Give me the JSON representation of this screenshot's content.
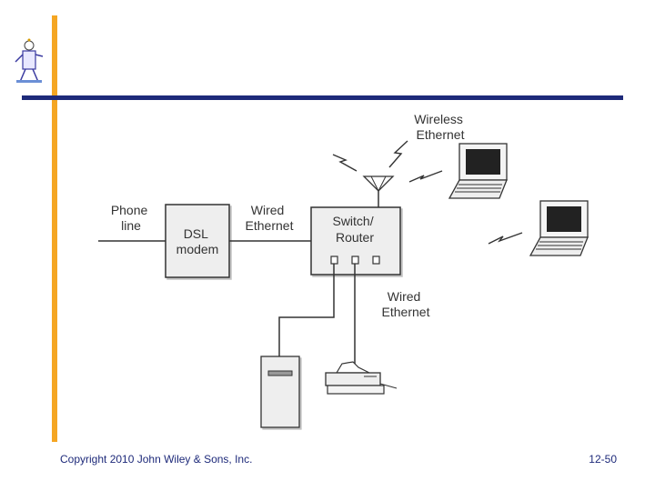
{
  "diagram": {
    "labels": {
      "phone_line": [
        "Phone",
        "line"
      ],
      "dsl_modem": [
        "DSL",
        "modem"
      ],
      "wired_ethernet_top": [
        "Wired",
        "Ethernet"
      ],
      "switch_router": [
        "Switch/",
        "Router"
      ],
      "wireless_ethernet": [
        "Wireless",
        "Ethernet"
      ],
      "wired_ethernet_bottom": [
        "Wired",
        "Ethernet"
      ]
    }
  },
  "footer": {
    "copyright": "Copyright 2010 John Wiley & Sons, Inc.",
    "page_number": "12-50"
  },
  "colors": {
    "accent_orange": "#F5A623",
    "accent_navy": "#1E2A7A",
    "line": "#333333",
    "box_fill": "#eeeeee"
  },
  "icons": [
    "clipart-figure-icon",
    "antenna-icon",
    "lightning-signal-icon",
    "laptop-icon",
    "computer-tower-icon",
    "printer-icon"
  ]
}
